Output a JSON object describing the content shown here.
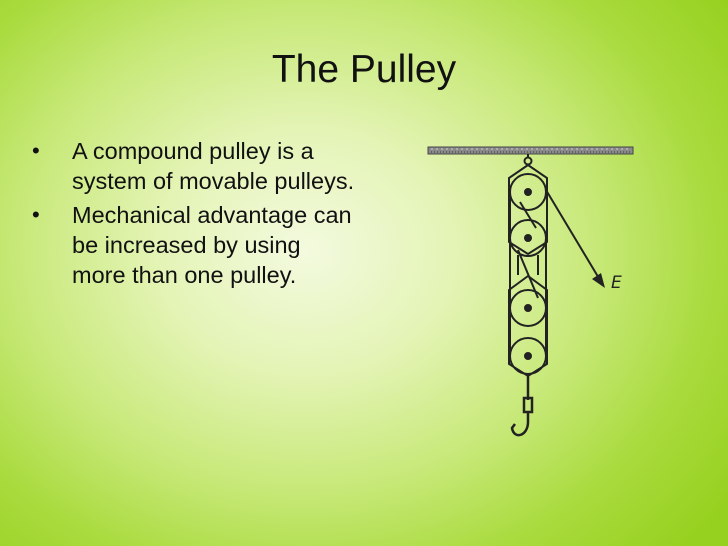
{
  "slide": {
    "title": "The Pulley",
    "bullets": [
      "A compound pulley is a system of movable pulleys.",
      "Mechanical advantage can be increased by using more than one pulley."
    ],
    "bullet_glyph": "•"
  },
  "diagram": {
    "effort_label": "E"
  },
  "colors": {
    "background_center": "#f3fadf",
    "background_edge": "#97d11f",
    "text": "#111111"
  }
}
